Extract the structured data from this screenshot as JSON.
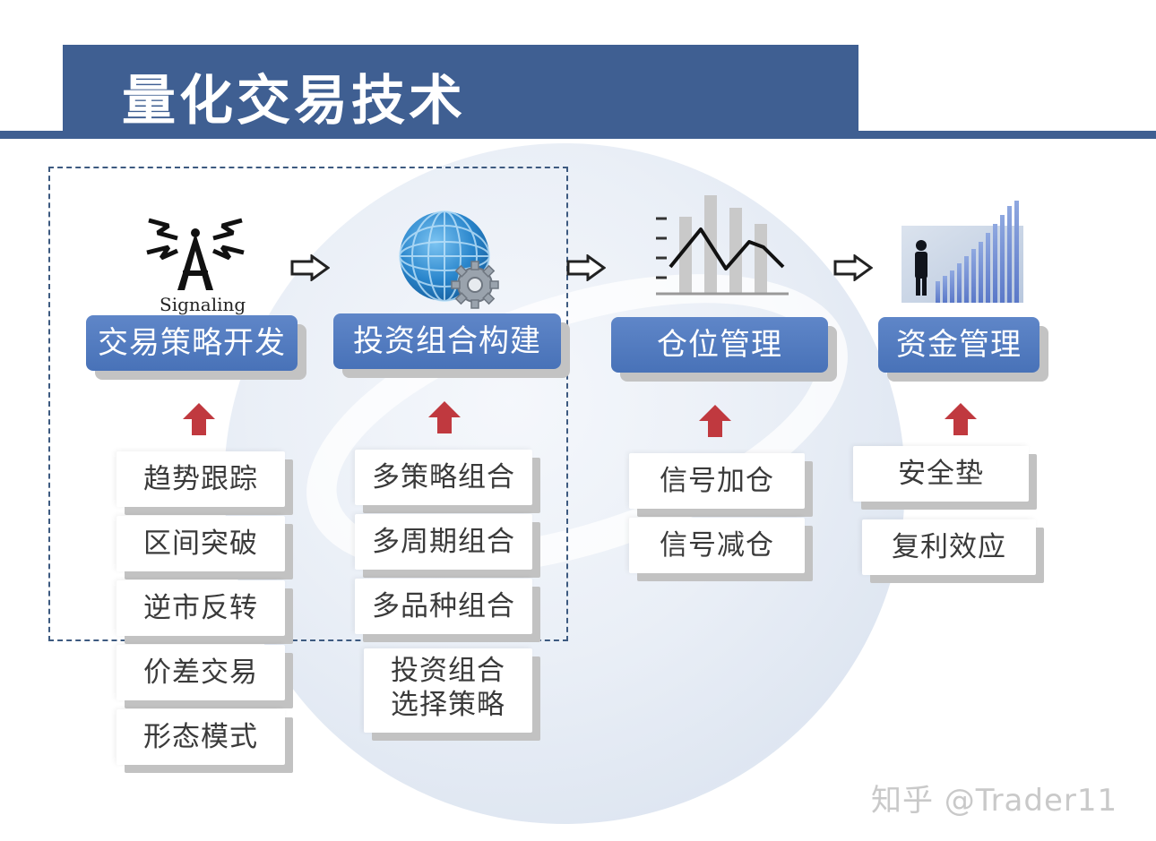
{
  "title": "量化交易技术",
  "columns": [
    {
      "header": "交易策略开发",
      "icon": "signal-tower-icon",
      "icon_caption": "Signaling",
      "items": [
        "趋势跟踪",
        "区间突破",
        "逆市反转",
        "价差交易",
        "形态模式"
      ]
    },
    {
      "header": "投资组合构建",
      "icon": "globe-gear-icon",
      "items": [
        "多策略组合",
        "多周期组合",
        "多品种组合"
      ],
      "multiline_item": [
        "投资组合",
        "选择策略"
      ]
    },
    {
      "header": "仓位管理",
      "icon": "bar-line-chart-icon",
      "items": [
        "信号加仓",
        "信号减仓"
      ]
    },
    {
      "header": "资金管理",
      "icon": "businessman-growth-icon",
      "items": [
        "安全垫",
        "复利效应"
      ]
    }
  ],
  "colors": {
    "title_bar": "#3f5f92",
    "header_button": "#4f79bf",
    "up_arrow": "#c0393f",
    "dashed_border": "#3d5a80"
  },
  "watermark": "知乎 @Trader11"
}
